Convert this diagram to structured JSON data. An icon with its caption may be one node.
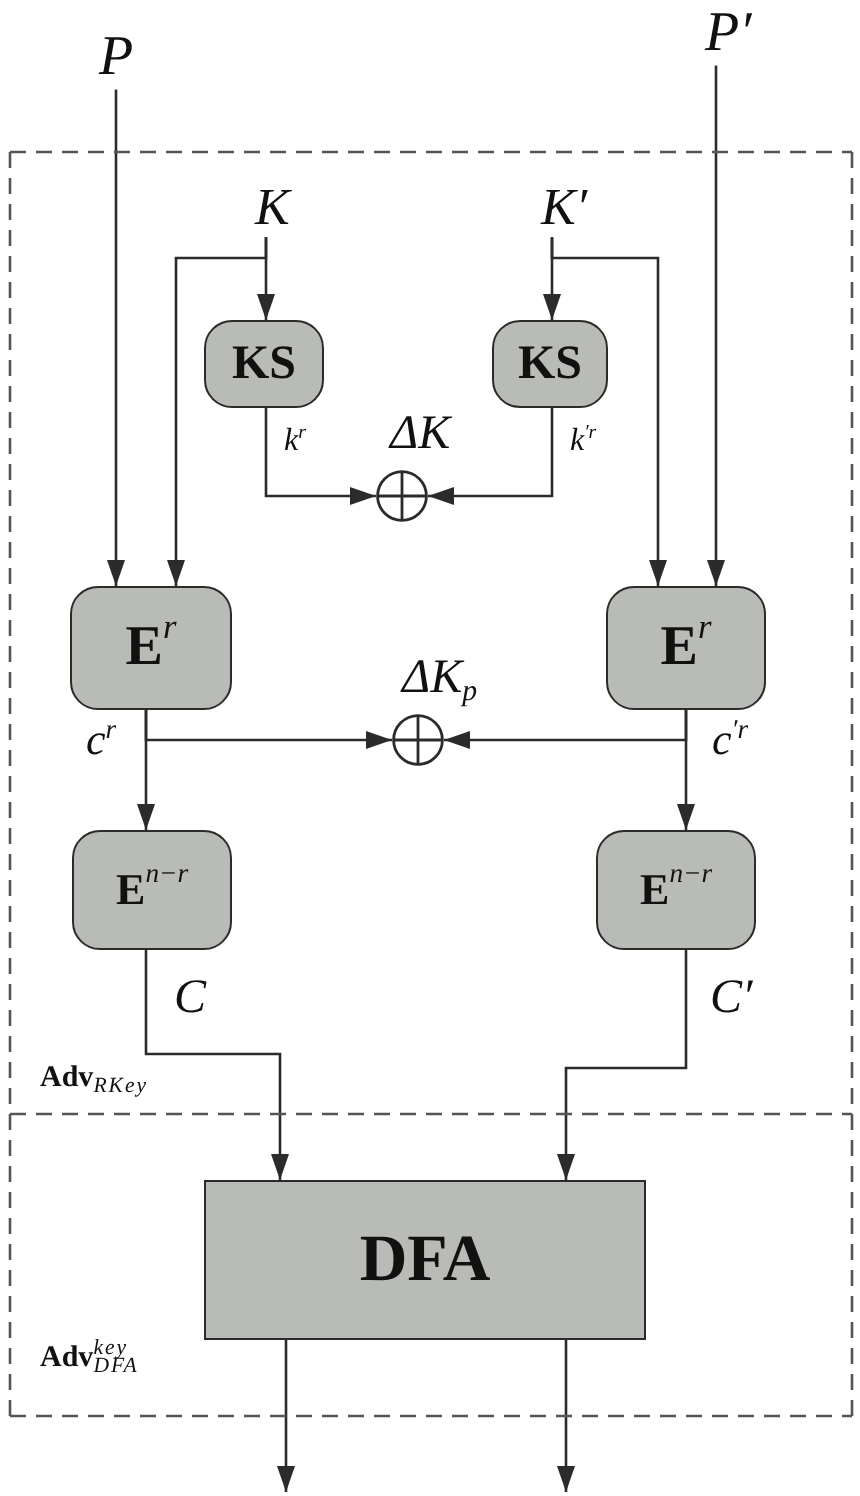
{
  "diagram": {
    "nodes": [
      {
        "text": [
          "P"
        ]
      },
      {
        "text": [
          "P′"
        ]
      },
      {
        "text": [
          "**Adv**$_{RKey}$"
        ]
      },
      {
        "text": [
          "K"
        ],
        "in": 2
      },
      {
        "text": [
          "K′"
        ],
        "in": 2
      },
      {
        "text": [
          "KS"
        ],
        "in": 2
      },
      {
        "text": [
          "KS"
        ],
        "in": 2
      },
      {
        "text": [],
        "shape": "circle",
        "beside": [
          "ΔK"
        ],
        "in": 2
      },
      {
        "text": [
          "**E**$^{r}$"
        ],
        "in": 2
      },
      {
        "text": [
          "**E**$^{r}$"
        ],
        "in": 2
      },
      {
        "text": [],
        "shape": "circle",
        "beside": [
          "ΔK$_{p}$"
        ],
        "in": 2
      },
      {
        "text": [
          "**E**$^{n−r}$"
        ],
        "in": 2
      },
      {
        "text": [
          "**E**$^{n−r}$"
        ],
        "in": 2
      },
      {
        "text": [
          "**Adv**$^{key}$$_{DFA}$"
        ]
      },
      {
        "text": [
          "DFA"
        ],
        "in": 13
      }
    ],
    "edges": [
      {
        "from": 0,
        "to": 8,
        "arrow": "to"
      },
      {
        "from": 3,
        "to": 5,
        "arrow": "to"
      },
      {
        "from": 3,
        "to": 8,
        "arrow": "to"
      },
      {
        "from": 4,
        "to": 6,
        "arrow": "to"
      },
      {
        "from": 4,
        "to": 9,
        "arrow": "to"
      },
      {
        "from": 1,
        "to": 9,
        "arrow": "to"
      },
      {
        "from": 5,
        "to": 7,
        "arrow": "to",
        "label": "k$^{r}$"
      },
      {
        "from": 6,
        "to": 7,
        "arrow": "to",
        "label": "k$^{′r}$"
      },
      {
        "from": 8,
        "to": 10,
        "arrow": "to"
      },
      {
        "from": 8,
        "to": 11,
        "arrow": "to",
        "label": "c$^{r}$"
      },
      {
        "from": 9,
        "to": 10,
        "arrow": "to"
      },
      {
        "from": 9,
        "to": 12,
        "arrow": "to",
        "label": "c$^{′r}$"
      },
      {
        "from": 11,
        "to": 14,
        "arrow": "to",
        "label": "C"
      },
      {
        "from": 12,
        "to": 14,
        "arrow": "to",
        "label": "C′"
      },
      {
        "from": 14,
        "to": null,
        "arrow": "to"
      },
      {
        "from": 14,
        "to": null,
        "arrow": "to"
      }
    ]
  }
}
